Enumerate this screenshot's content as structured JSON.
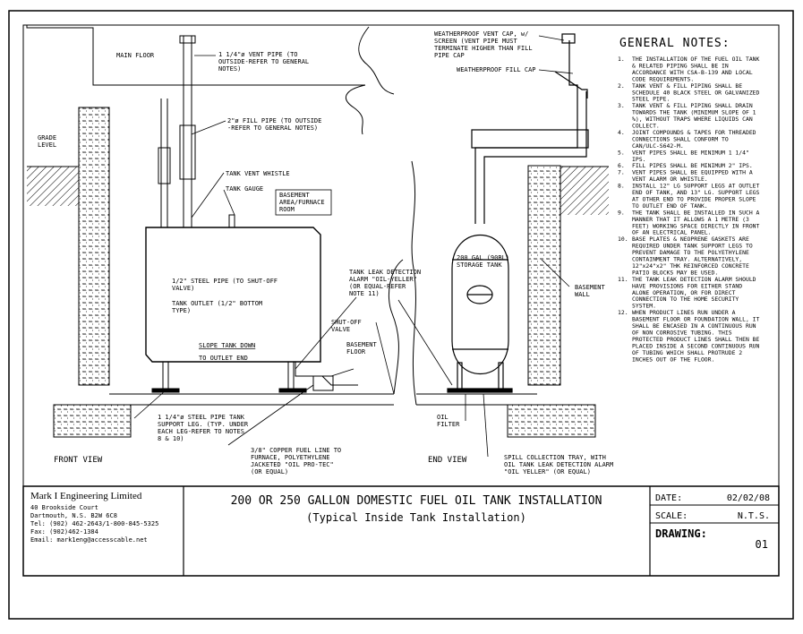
{
  "main_floor": "MAIN FLOOR",
  "labels": {
    "vent_pipe": [
      "1 1/4\"ø VENT PIPE (TO",
      "OUTSIDE-REFER TO GENERAL",
      "NOTES)"
    ],
    "fill_pipe": [
      "2\"ø FILL PIPE (TO OUTSIDE",
      "-REFER TO GENERAL NOTES)"
    ],
    "grade_level": [
      "GRADE",
      "LEVEL"
    ],
    "vent_whistle": "TANK VENT WHISTLE",
    "tank_gauge": "TANK GAUGE",
    "basement_area": [
      "BASEMENT",
      "AREA/FURNACE",
      "ROOM"
    ],
    "steel_pipe": [
      "1/2\" STEEL PIPE (TO SHUT-OFF",
      "VALVE)"
    ],
    "tank_outlet": [
      "TANK OUTLET (1/2\" BOTTOM",
      "TYPE)"
    ],
    "slope": "SLOPE TANK DOWN",
    "outlet_end": "TO OUTLET END",
    "shutoff": [
      "SHUT-OFF",
      "VALVE"
    ],
    "basement_floor": [
      "BASEMENT",
      "FLOOR"
    ],
    "leak_alarm": [
      "TANK LEAK DETECTION",
      "ALARM \"OIL-YELLER\"",
      "(OR EQUAL-REFER",
      "NOTE 11)"
    ],
    "support_leg": [
      "1 1/4\"ø STEEL PIPE TANK",
      "SUPPORT LEG. (TYP. UNDER",
      "EACH LEG-REFER TO NOTES",
      "8 & 10)"
    ],
    "copper_line": [
      "3/8\" COPPER FUEL LINE TO",
      "FURNACE, POLYETHYLENE",
      "JACKETED \"OIL PRO-TEC\"",
      "(OR EQUAL)"
    ],
    "vent_cap": [
      "WEATHERPROOF VENT CAP, w/",
      "SCREEN (VENT PIPE MUST",
      "TERMINATE HIGHER THAN FILL",
      "PIPE CAP"
    ],
    "fill_cap": "WEATHERPROOF FILL CAP",
    "storage_tank": [
      "200 GAL (90BL)",
      "STORAGE TANK"
    ],
    "basement_wall": [
      "BASEMENT",
      "WALL"
    ],
    "oil_filter": [
      "OIL",
      "FILTER"
    ],
    "spill_tray": [
      "SPILL COLLECTION TRAY, WITH",
      "OIL TANK LEAK DETECTION ALARM",
      "\"OIL YELLER\" (OR EQUAL)"
    ],
    "front_view": "FRONT VIEW",
    "end_view": "END VIEW"
  },
  "general_notes": {
    "heading": "GENERAL NOTES:",
    "lines": [
      [
        "1.",
        "THE INSTALLATION OF THE FUEL OIL TANK"
      ],
      [
        "",
        "& RELATED PIPING SHALL BE IN"
      ],
      [
        "",
        "ACCORDANCE WITH CSA-B-139 AND LOCAL"
      ],
      [
        "",
        "CODE REQUIREMENTS."
      ],
      [
        "2.",
        "TANK VENT & FILL PIPING SHALL BE"
      ],
      [
        "",
        "SCHEDULE 40 BLACK STEEL OR GALVANIZED"
      ],
      [
        "",
        "STEEL PIPE."
      ],
      [
        "3.",
        "TANK VENT & FILL PIPING SHALL DRAIN"
      ],
      [
        "",
        "TOWARDS THE TANK (MINIMUM SLOPE OF 1"
      ],
      [
        "",
        "%), WITHOUT TRAPS WHERE LIQUIDS CAN"
      ],
      [
        "",
        "COLLECT."
      ],
      [
        "4.",
        "JOINT COMPOUNDS & TAPES FOR THREADED"
      ],
      [
        "",
        "CONNECTIONS SHALL CONFORM TO"
      ],
      [
        "",
        "CAN/ULC-S642-M."
      ],
      [
        "5.",
        "VENT PIPES SHALL BE MINIMUM 1 1/4\""
      ],
      [
        "",
        "IPS."
      ],
      [
        "6.",
        "FILL PIPES SHALL BE MINIMUM 2\" IPS."
      ],
      [
        "7.",
        "VENT PIPES SHALL BE EQUIPPED WITH A"
      ],
      [
        "",
        "VENT ALARM OR WHISTLE."
      ],
      [
        "8.",
        "INSTALL 12\" LG SUPPORT LEGS AT OUTLET"
      ],
      [
        "",
        "END OF TANK, AND 13\" LG. SUPPORT LEGS"
      ],
      [
        "",
        "AT OTHER END TO PROVIDE PROPER SLOPE"
      ],
      [
        "",
        "TO OUTLET END OF TANK."
      ],
      [
        "9.",
        "THE TANK SHALL BE INSTALLED IN SUCH A"
      ],
      [
        "",
        "MANNER THAT IT ALLOWS A 1 METRE (3"
      ],
      [
        "",
        "FEET) WORKING SPACE DIRECTLY IN FRONT"
      ],
      [
        "",
        "OF AN ELECTRICAL PANEL."
      ],
      [
        "10.",
        "BASE PLATES & NEOPRENE GASKETS ARE"
      ],
      [
        "",
        "REQUIRED UNDER TANK SUPPORT LEGS TO"
      ],
      [
        "",
        "PREVENT DAMAGE TO THE POLYETHYLENE"
      ],
      [
        "",
        "CONTAINMENT TRAY. ALTERNATIVELY,"
      ],
      [
        "",
        "12\"x24\"x2\" THK REINFORCED CONCRETE"
      ],
      [
        "",
        "PATIO BLOCKS MAY BE USED."
      ],
      [
        "11.",
        "THE TANK LEAK DETECTION ALARM SHOULD"
      ],
      [
        "",
        "HAVE PROVISIONS FOR EITHER STAND"
      ],
      [
        "",
        "ALONE OPERATION, OR FOR DIRECT"
      ],
      [
        "",
        "CONNECTION TO THE HOME SECURITY"
      ],
      [
        "",
        "SYSTEM."
      ],
      [
        "12.",
        "WHEN PRODUCT LINES RUN UNDER A"
      ],
      [
        "",
        "BASEMENT FLOOR OR FOUNDATION WALL, IT"
      ],
      [
        "",
        "SHALL BE ENCASED IN A CONTINUOUS RUN"
      ],
      [
        "",
        "OF NON CORROSIVE TUBING. THIS"
      ],
      [
        "",
        "PROTECTED PRODUCT LINES SHALL THEN BE"
      ],
      [
        "",
        "PLACED INSIDE A SECOND CONTINUOUS RUN"
      ],
      [
        "",
        "OF TUBING WHICH SHALL PROTRUDE 2"
      ],
      [
        "",
        "INCHES OUT OF THE FLOOR."
      ]
    ]
  },
  "title_block": {
    "company": "Mark I Engineering Limited",
    "address": [
      "40 Brookside Court",
      "Dartmouth, N.S.   B2W 6C8",
      "Tel: (902) 462-2643/1-800-845-5325",
      "Fax: (902)462-1384",
      "Email: mark1eng@accesscable.net"
    ],
    "title": "200 OR 250 GALLON DOMESTIC FUEL OIL TANK INSTALLATION",
    "subtitle": "(Typical Inside Tank Installation)",
    "date_label": "DATE:",
    "date_value": "02/02/08",
    "scale_label": "SCALE:",
    "scale_value": "N.T.S.",
    "drawing_label": "DRAWING:",
    "drawing_value": "01"
  }
}
